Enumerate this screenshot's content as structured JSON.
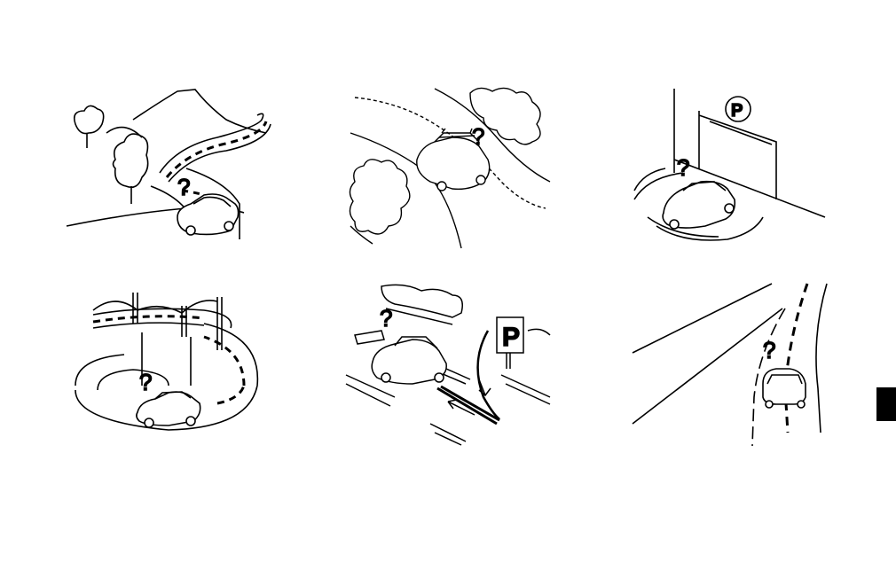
{
  "illustrations": [
    {
      "scene": "winding-mountain-road",
      "marker": "?"
    },
    {
      "scene": "forest-road",
      "marker": "?"
    },
    {
      "scene": "parking-garage-turntable",
      "marker": "?",
      "sign_letter": "P"
    },
    {
      "scene": "spiral-ramp-overpass",
      "marker": "?"
    },
    {
      "scene": "parking-lot-entrance",
      "marker": "?",
      "sign_letter": "P"
    },
    {
      "scene": "diverging-roads",
      "marker": "?"
    }
  ],
  "tab": {
    "color": "#000000"
  }
}
